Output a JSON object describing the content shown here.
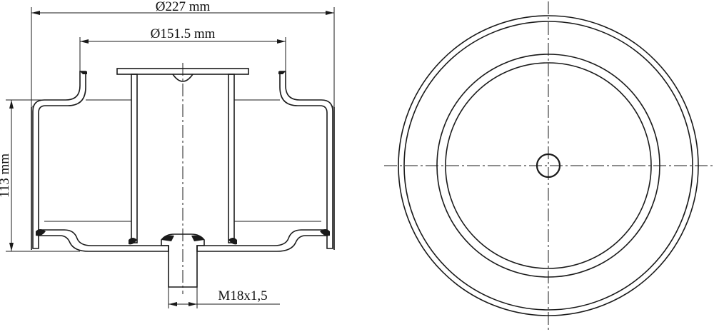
{
  "dimensions": {
    "outer_diameter": "Ø227 mm",
    "inner_diameter": "Ø151.5 mm",
    "height": "113 mm",
    "thread": "M18x1,5"
  },
  "views": [
    "section-view",
    "top-view"
  ],
  "colors": {
    "line": "#1a1a1a",
    "hatch": "#1a1a1a",
    "background": "#ffffff"
  }
}
